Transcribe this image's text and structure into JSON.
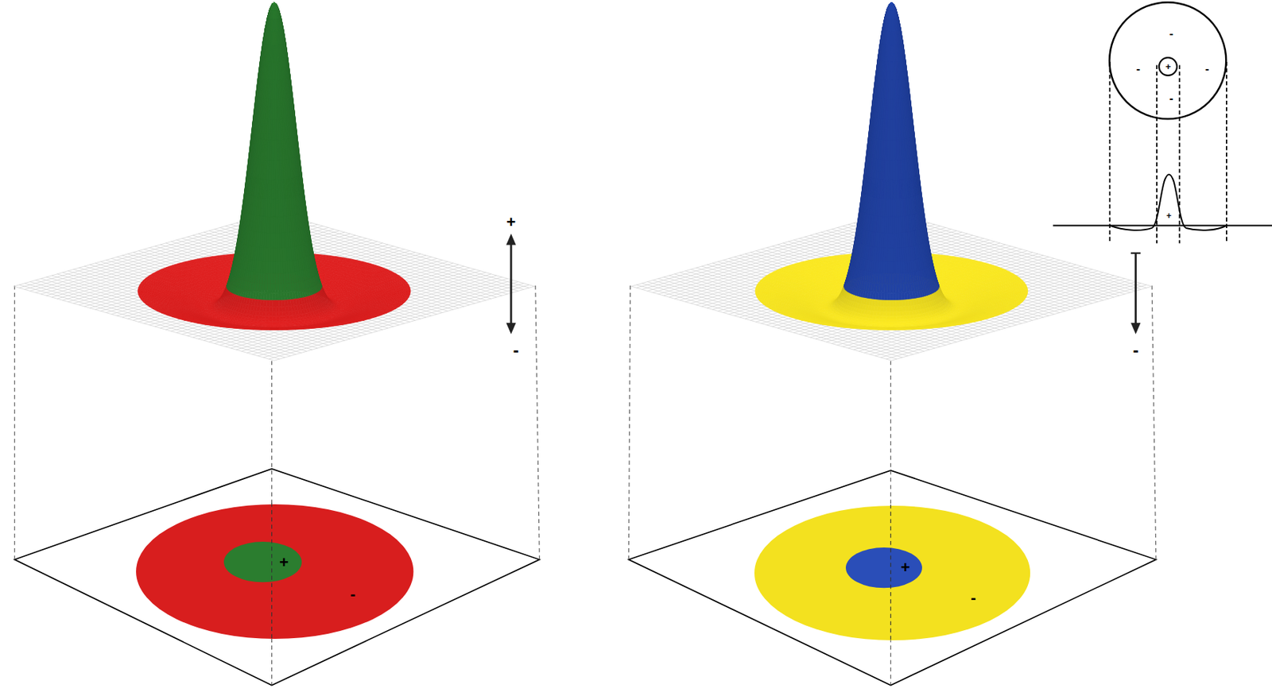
{
  "diagram": {
    "nodes": [
      {
        "text": [
          "-",
          "-",
          "-",
          "-"
        ]
      },
      {
        "text": [
          "+"
        ],
        "in": 0
      },
      {
        "text": [
          "-"
        ]
      },
      {
        "text": [
          "+"
        ],
        "in": 2
      },
      {
        "text": [
          "-"
        ]
      },
      {
        "text": [
          "+"
        ],
        "in": 4
      }
    ],
    "labels": [
      "+",
      "+",
      "-",
      "-"
    ]
  }
}
